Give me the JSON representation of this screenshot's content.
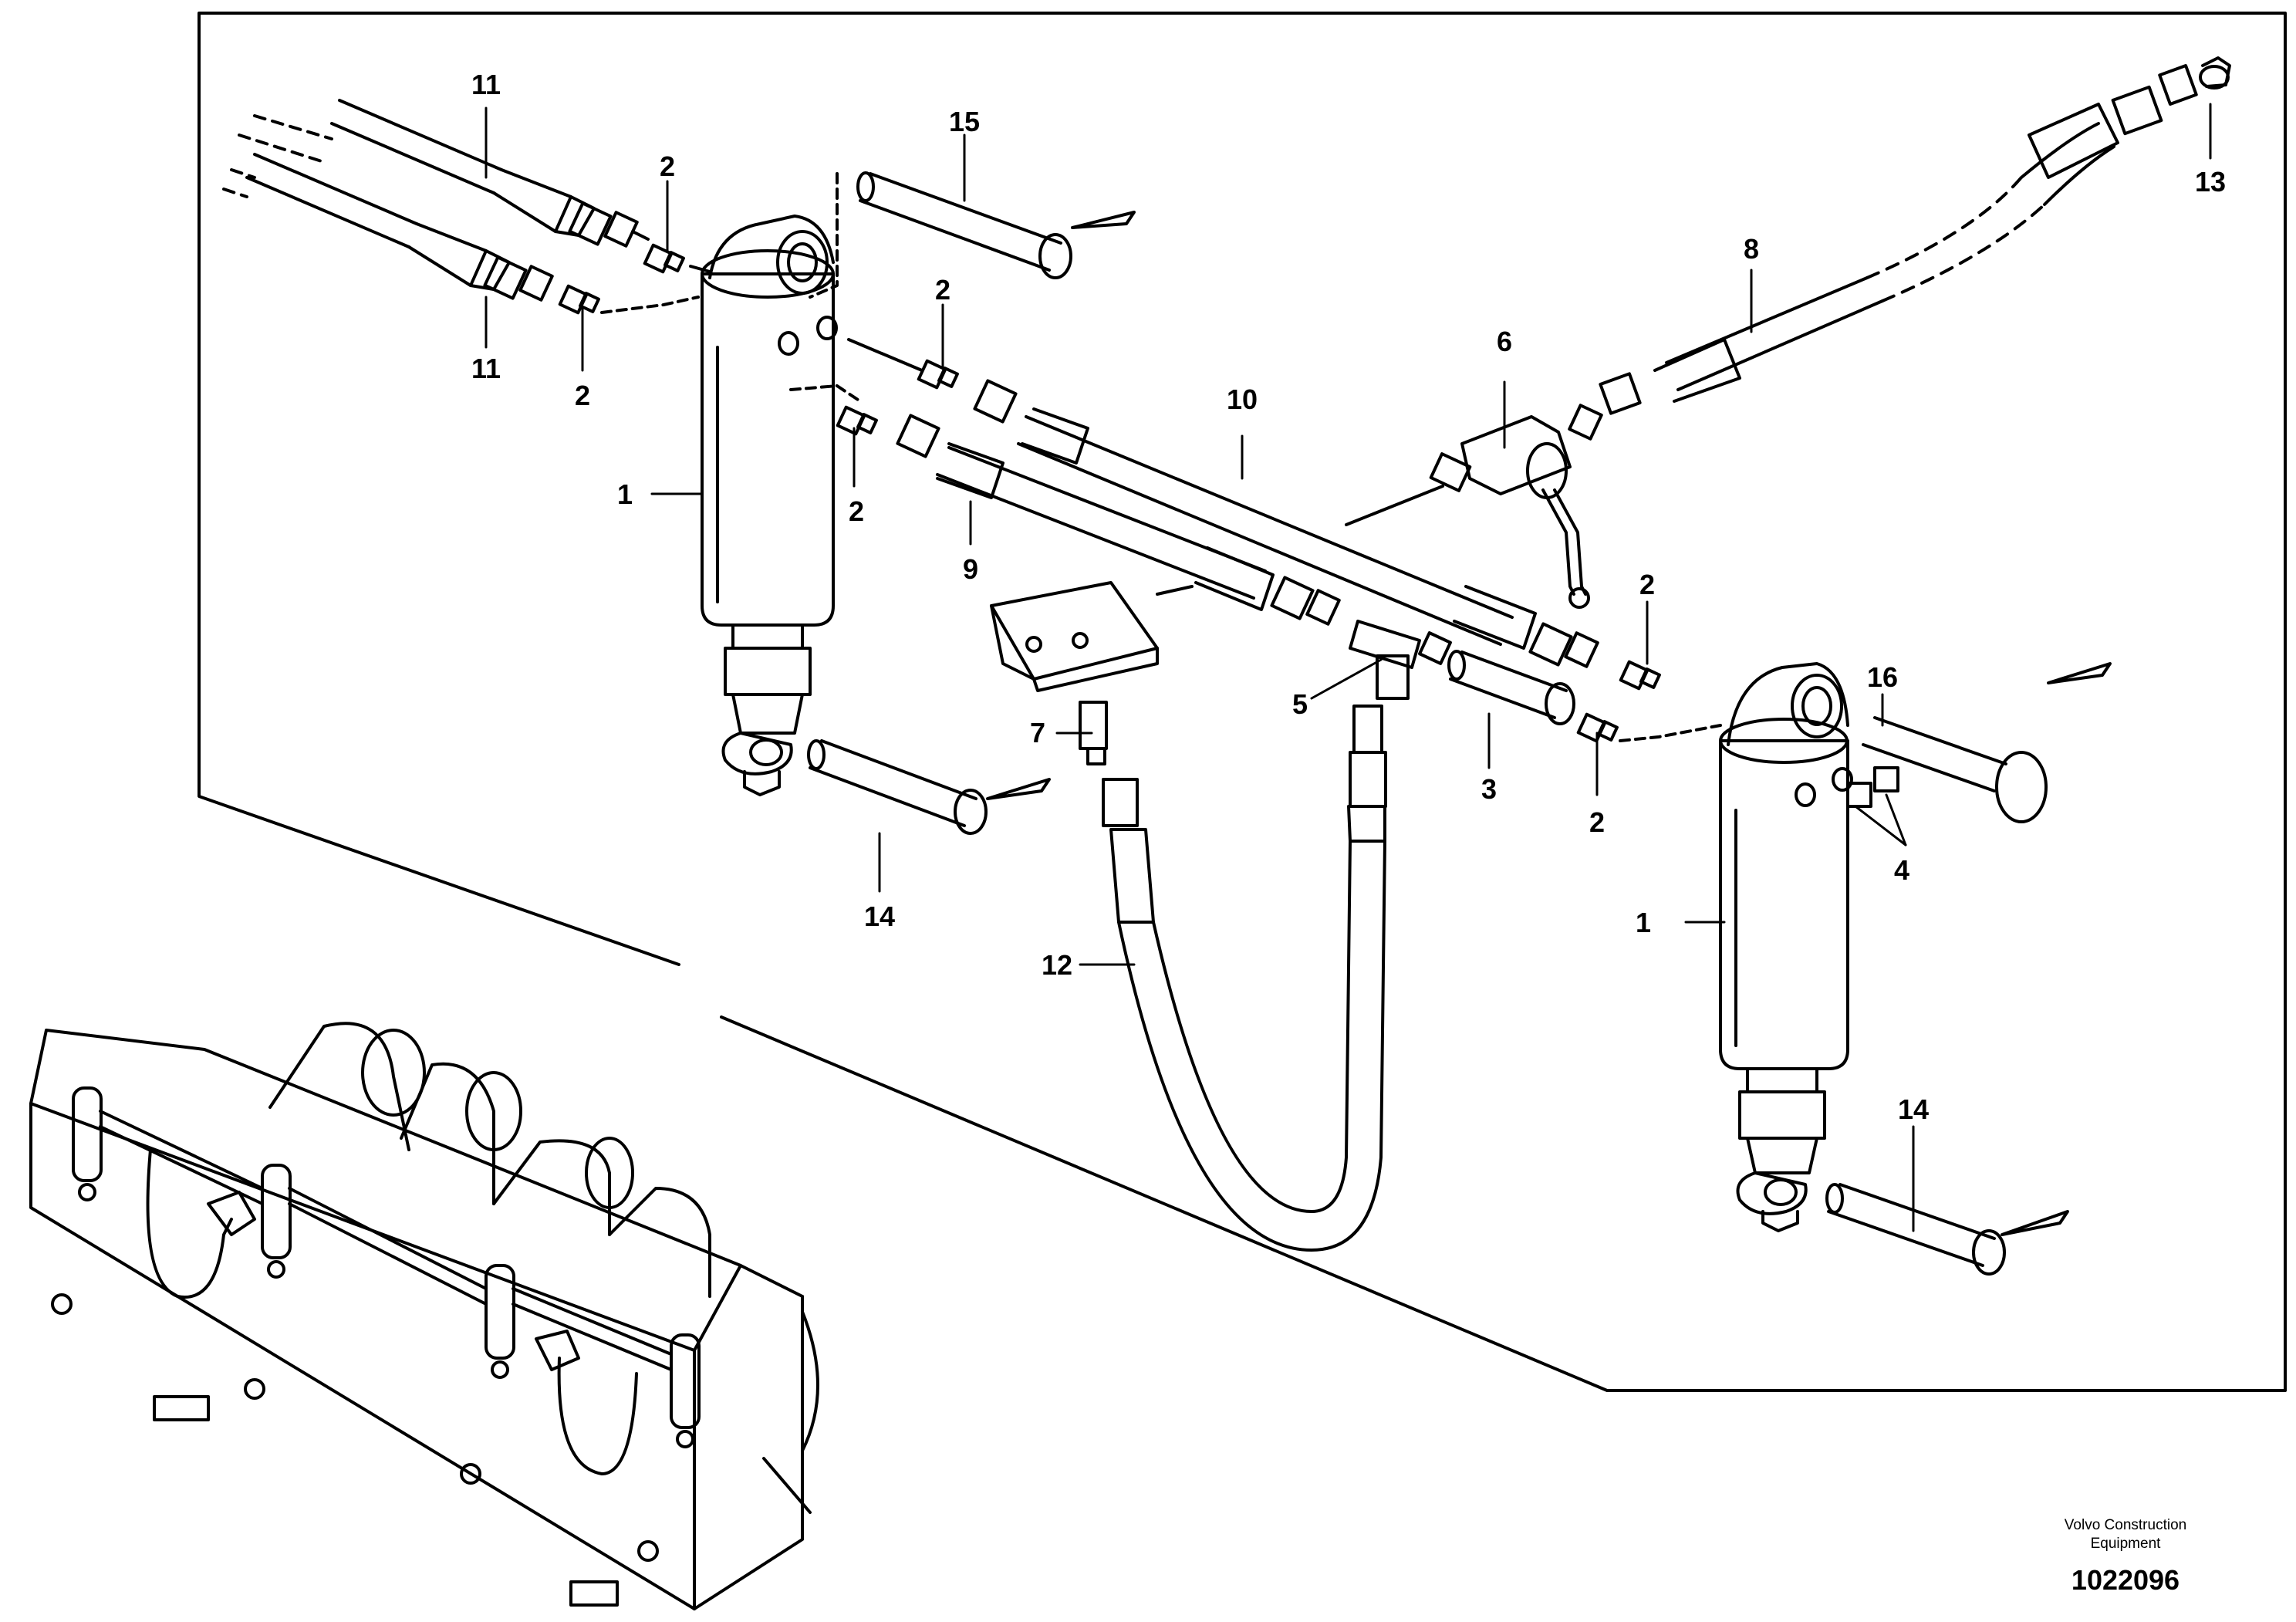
{
  "callouts": {
    "c1a": "1",
    "c1b": "1",
    "c2a": "2",
    "c2b": "2",
    "c2c": "2",
    "c2d": "2",
    "c2e": "2",
    "c2f": "2",
    "c3": "3",
    "c4": "4",
    "c5": "5",
    "c6": "6",
    "c7": "7",
    "c8": "8",
    "c9": "9",
    "c10": "10",
    "c11a": "11",
    "c11b": "11",
    "c12": "12",
    "c13": "13",
    "c14a": "14",
    "c14b": "14",
    "c15": "15",
    "c16": "16"
  },
  "footer": {
    "maker_line1": "Volvo Construction",
    "maker_line2": "Equipment",
    "drawing_number": "1022096"
  }
}
